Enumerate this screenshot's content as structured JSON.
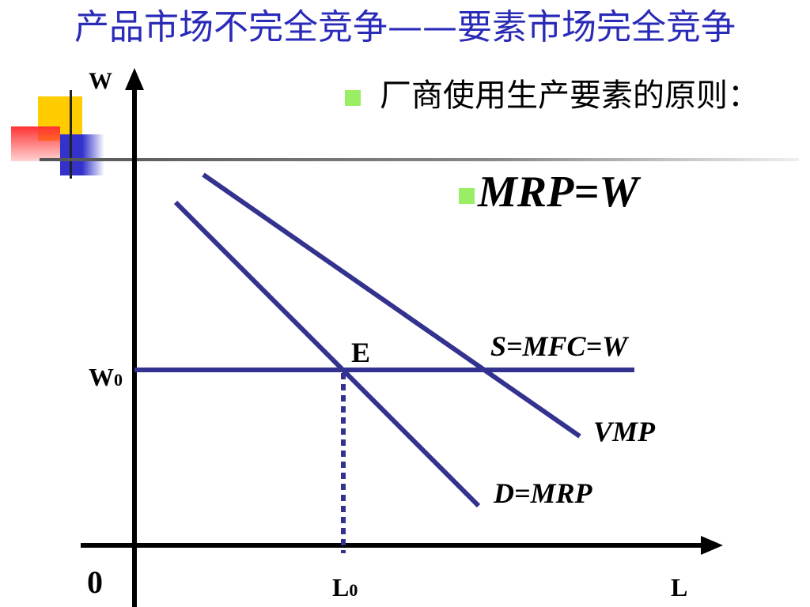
{
  "title": "产品市场不完全竞争——要素市场完全竞争",
  "bullets": {
    "principle": "厂商使用生产要素的原则：",
    "rule": "MRP=W"
  },
  "axes": {
    "y_label": "W",
    "x_label": "L",
    "origin": "0"
  },
  "points": {
    "equilibrium": "E",
    "w0_main": "W",
    "w0_sub": "0",
    "l0_main": "L",
    "l0_sub": "0"
  },
  "curves": {
    "supply": "S=MFC=W",
    "vmp": "VMP",
    "demand": "D=MRP"
  },
  "colors": {
    "title": "#2a2ab8",
    "curve": "#33338f",
    "axis": "#000000",
    "bullet": "#99ee66",
    "deco_yellow": "#ffcc00",
    "deco_blue": "#3333cc",
    "deco_red": "#ff3333"
  }
}
